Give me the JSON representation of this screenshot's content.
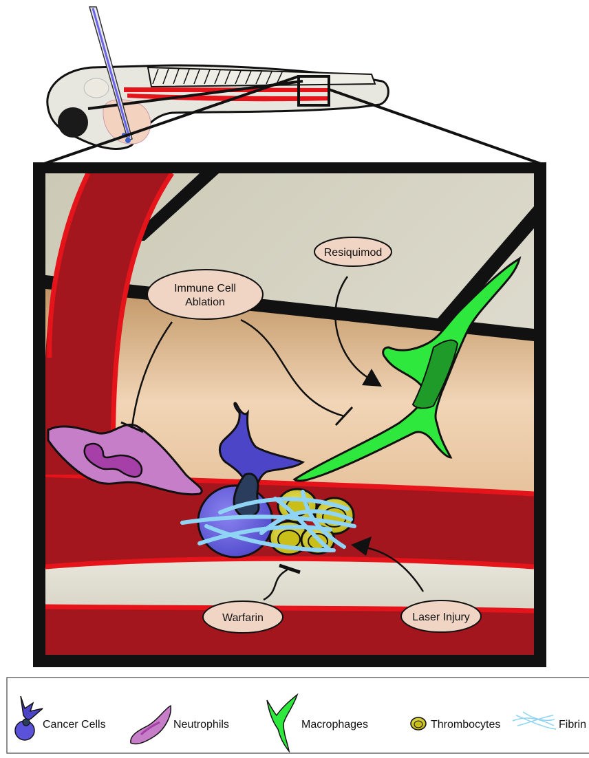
{
  "labels": {
    "immune_line1": "Immune Cell",
    "immune_line2": "Ablation",
    "resiquimod": "Resiquimod",
    "warfarin": "Warfarin",
    "laser": "Laser Injury"
  },
  "legend": {
    "cancer": "Cancer Cells",
    "neutrophils": "Neutrophils",
    "macrophages": "Macrophages",
    "thrombocytes": "Thrombocytes",
    "fibrin": "Fibrin"
  },
  "colors": {
    "vessel_dark": "#a3161e",
    "vessel_edge": "#e5141b",
    "tissue_light": "#f1d6b8",
    "tissue_mid": "#c79b6b",
    "background_gray": "#d8d6c9",
    "cancer": "#6a63e6",
    "neutrophil": "#c77ec8",
    "macrophage": "#2fe83d",
    "thrombocyte": "#d9d21a",
    "fibrin": "#8fd3f5",
    "label_fill": "#f0d5c5"
  }
}
